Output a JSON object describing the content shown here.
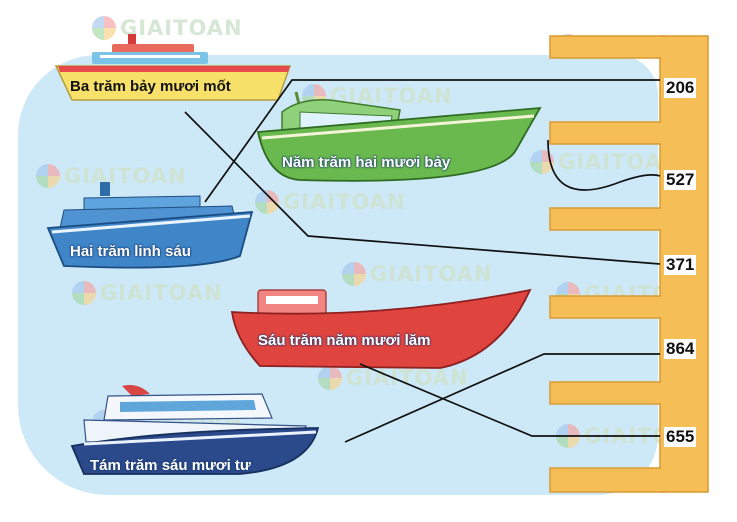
{
  "watermark": "GIAITOAN",
  "ruler_numbers": [
    "206",
    "527",
    "371",
    "864",
    "655"
  ],
  "ships": [
    {
      "label": "Ba trăm bảy mươi mốt"
    },
    {
      "label": "Năm trăm hai mươi bảy"
    },
    {
      "label": "Hai trăm linh sáu"
    },
    {
      "label": "Sáu trăm năm mươi lăm"
    },
    {
      "label": "Tám trăm sáu mươi tư"
    }
  ],
  "colors": {
    "water": "#cde9f7",
    "ruler": "#f5be57",
    "ship_yellow": "#f7e16a",
    "ship_green": "#69b94e",
    "ship_blue": "#3f86c9",
    "ship_red": "#e0443f",
    "ship_navy": "#2a4a8c"
  }
}
